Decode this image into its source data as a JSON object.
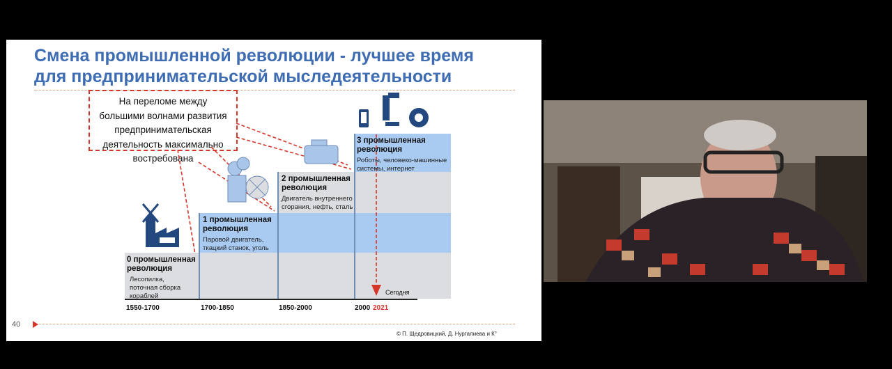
{
  "slide": {
    "title_line1": "Смена промышленной революции - лучшее время",
    "title_line2": "для предпринимательской мыследеятельности",
    "callout_lines": [
      "На переломе между",
      "большими  волнами развития",
      "предпринимательская",
      "деятельность максимально",
      "востребована"
    ],
    "stages": [
      {
        "title1": "0 промышленная",
        "title2": "революция",
        "desc": [
          "Лесопилка,",
          "поточная сборка",
          "кораблей"
        ],
        "period": "1550-1700",
        "icon": "windmill-factory-icon"
      },
      {
        "title1": "1 промышленная",
        "title2": "революция",
        "desc": [
          "Паровой двигатель,",
          "ткацкий станок, уголь"
        ],
        "period": "1700-1850",
        "icon": "steam-engine-icon"
      },
      {
        "title1": "2 промышленная",
        "title2": "революция",
        "desc": [
          "Двигатель внутреннего",
          "сгорания, нефть, сталь"
        ],
        "period": "1850-2000",
        "icon": "engine-icon"
      },
      {
        "title1": "3 промышленная",
        "title2": "революция",
        "desc": [
          "Роботы, человеко-машинные",
          "системы, интернет"
        ],
        "period": "2000",
        "icon": "robot-arm-phone-gear-icon"
      }
    ],
    "today_year": "2021",
    "today_label": "Сегодня",
    "page_number": "40",
    "copyright": "© П. Щедровицкий, Д. Нургалиева и К°",
    "colors": {
      "title": "#3e6db3",
      "band_blue": "#a9cbf2",
      "band_gray": "#dcdde1",
      "accent_red": "#d5362a",
      "icon_navy": "#23477f"
    }
  },
  "video": {
    "icons": [
      "person-video-feed"
    ]
  }
}
